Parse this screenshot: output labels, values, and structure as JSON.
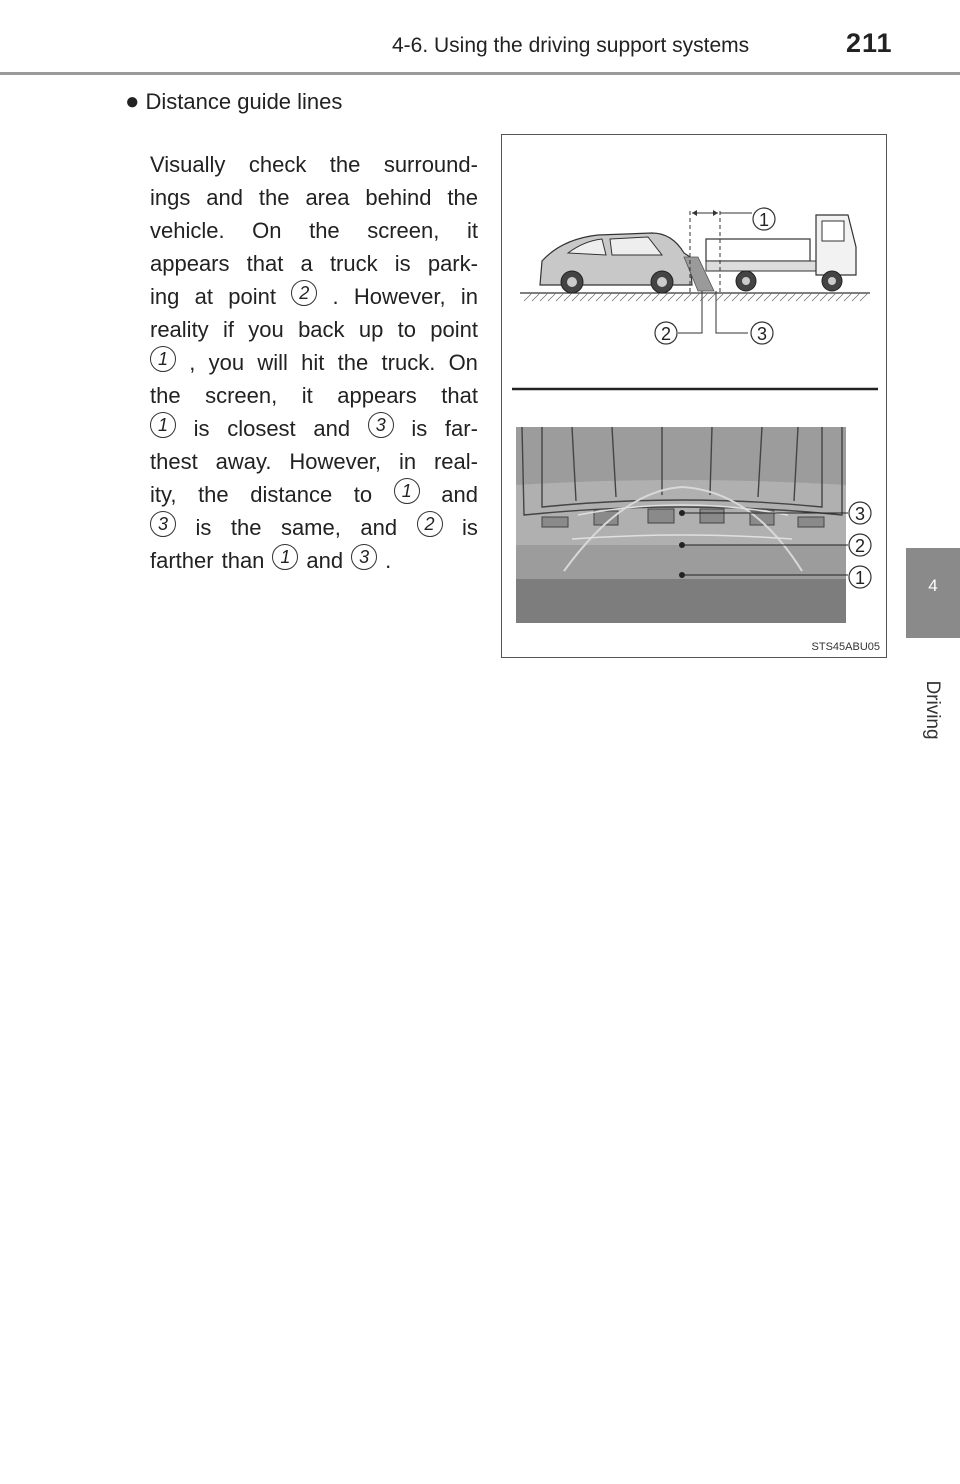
{
  "header": {
    "title": "4-6. Using the driving support systems",
    "page_number": "211"
  },
  "side_tab": {
    "chapter_number": "4",
    "chapter_label": "Driving"
  },
  "bullet": {
    "symbol": "●",
    "title": "Distance guide lines"
  },
  "paragraph": {
    "lines": [
      [
        "Visually",
        "check",
        "the",
        "surround-"
      ],
      [
        "ings",
        "and",
        "the",
        "area",
        "behind",
        "the"
      ],
      [
        "vehicle.",
        "On",
        "the",
        "screen,",
        "it"
      ],
      [
        "appears",
        "that",
        "a",
        "truck",
        "is",
        "park-"
      ],
      [
        "ing",
        "at",
        "point",
        "②",
        ".",
        "However,",
        "in"
      ],
      [
        "reality",
        "if",
        "you",
        "back",
        "up",
        "to",
        "point"
      ],
      [
        "①",
        ",",
        "you",
        "will",
        "hit",
        "the",
        "truck.",
        "On"
      ],
      [
        "the",
        "screen,",
        "it",
        "appears",
        "that"
      ],
      [
        "①",
        "is",
        "closest",
        "and",
        "③",
        "is",
        "far-"
      ],
      [
        "thest",
        "away.",
        "However,",
        "in",
        "real-"
      ],
      [
        "ity,",
        "the",
        "distance",
        "to",
        "①",
        "and"
      ],
      [
        "③",
        "is",
        "the",
        "same,",
        "and",
        "②",
        "is"
      ],
      [
        "farther",
        "than",
        "①",
        "and",
        "③",
        "."
      ]
    ]
  },
  "figure": {
    "code": "STS45ABU05",
    "callouts": {
      "c1": "1",
      "c2": "2",
      "c3": "3",
      "c4": "3",
      "c5": "2",
      "c6": "1"
    }
  }
}
